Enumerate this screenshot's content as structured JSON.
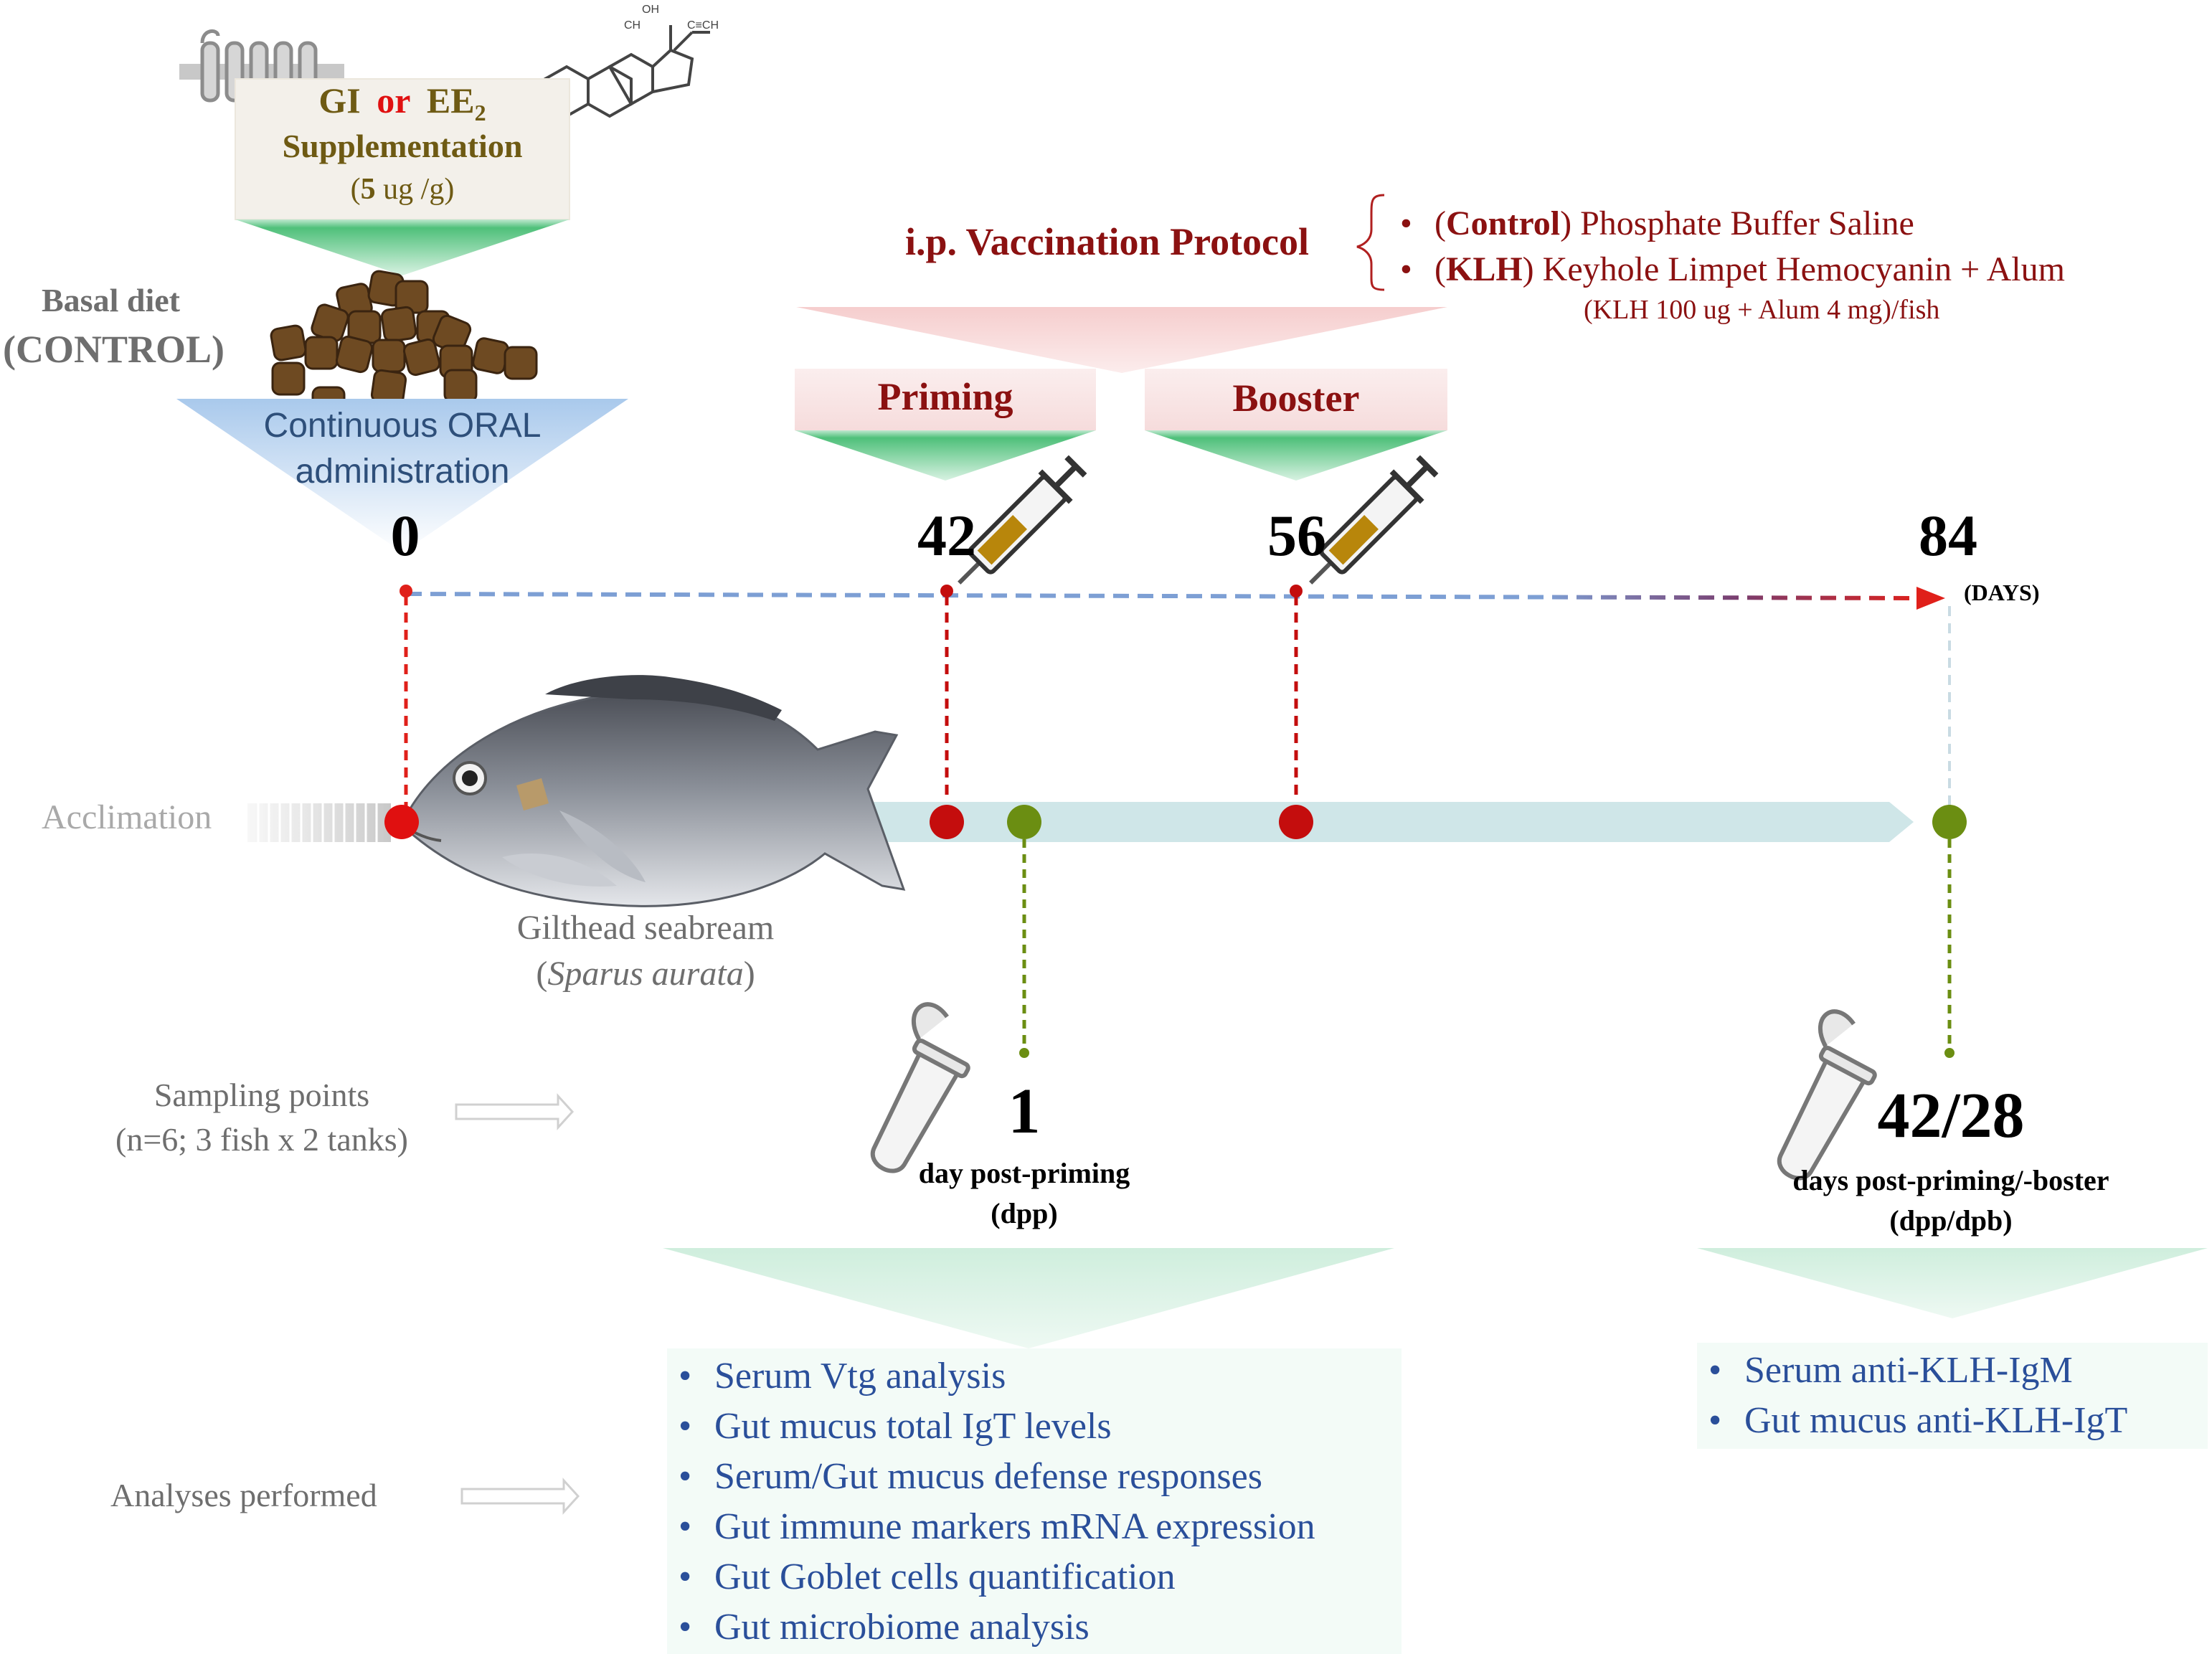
{
  "supplement": {
    "gi": "GI",
    "or": "or",
    "ee": "EE",
    "ee_sub": "2",
    "line2": "Supplementation",
    "dose_num": "5",
    "dose_unit": "ug /g"
  },
  "diet": {
    "line1": "Basal diet",
    "line2": "(CONTROL)"
  },
  "oral": {
    "line1": "Continuous ORAL",
    "line2": "administration"
  },
  "vaccination": {
    "title": "i.p. Vaccination Protocol",
    "items": [
      {
        "bold": "Control",
        "text": " Phosphate Buffer Saline"
      },
      {
        "bold": "KLH",
        "text": " Keyhole Limpet Hemocyanin + Alum"
      }
    ],
    "note": "(KLH 100 ug + Alum 4 mg)/fish"
  },
  "phases": {
    "priming": "Priming",
    "booster": "Booster"
  },
  "days": {
    "d0": "0",
    "d42": "42",
    "d56": "56",
    "d84": "84",
    "unit": "(DAYS)"
  },
  "acclimation": "Acclimation",
  "fish": {
    "common": "Gilthead seabream",
    "latin": "Sparus aurata"
  },
  "sampling": {
    "label_line1": "Sampling points",
    "label_line2": "(n=6; 3 fish x 2 tanks)",
    "s1_num": "1",
    "s1_line1": "day post-priming",
    "s1_line2": "(dpp)",
    "s2_num": "42/28",
    "s2_line1": "days post-priming/-boster",
    "s2_line2": "(dpp/dpb)"
  },
  "analyses": {
    "label": "Analyses performed",
    "left": [
      "Serum Vtg analysis",
      "Gut mucus total IgT levels",
      "Serum/Gut mucus defense responses",
      "Gut immune markers mRNA expression",
      "Gut Goblet cells quantification",
      "Gut microbiome analysis"
    ],
    "right": [
      "Serum anti-KLH-IgM",
      "Gut mucus anti-KLH-IgT"
    ]
  },
  "colors": {
    "timeline": "#cfe6e8",
    "red_marker": "#c40d0d",
    "green_marker": "#6b8e12",
    "dark_red_text": "#8b1111",
    "blue_text": "#2a4f9a",
    "olive_text": "#6e5a13"
  }
}
